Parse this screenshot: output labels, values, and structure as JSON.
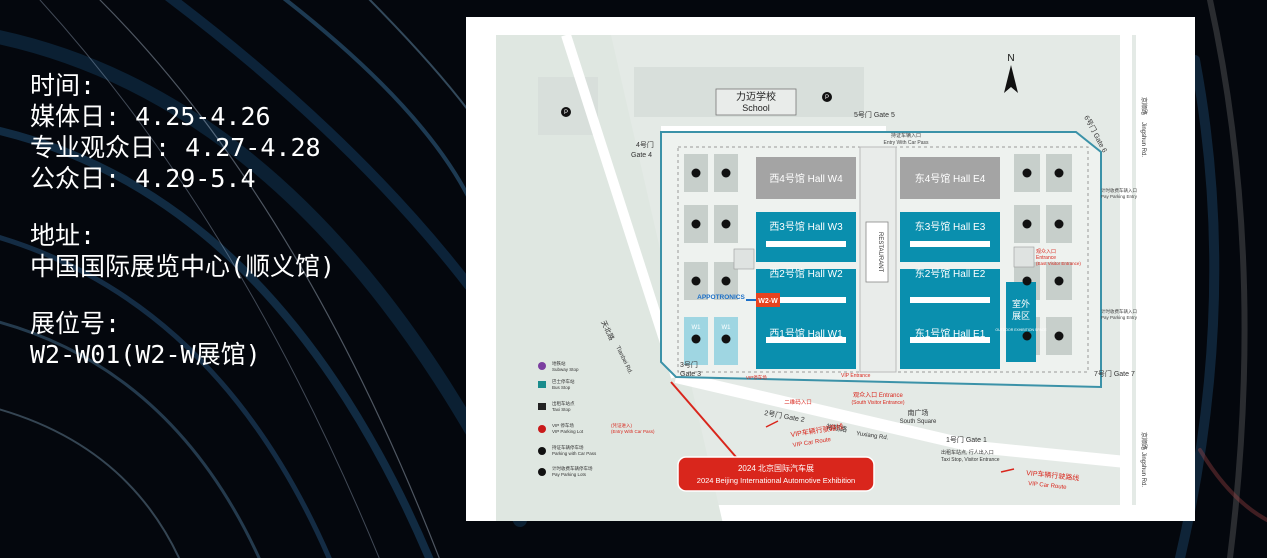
{
  "info": {
    "time_label": "时间:",
    "media_day": "媒体日: 4.25-4.26",
    "trade_day": "专业观众日: 4.27-4.28",
    "public_day": "公众日: 4.29-5.4",
    "address_label": "地址:",
    "address": "中国国际展览中心(顺义馆)",
    "booth_label": "展位号:",
    "booth": "W2-W01(W2-W展馆)"
  },
  "map": {
    "school_cn": "力迈学校",
    "school_en": "School",
    "north": "N",
    "halls": {
      "w4": "西4号馆  Hall W4",
      "e4": "东4号馆  Hall E4",
      "w3": "西3号馆  Hall W3",
      "e3": "东3号馆  Hall E3",
      "w2": "西2号馆  Hall W2",
      "e2": "东2号馆  Hall E2",
      "w1": "西1号馆  Hall W1",
      "e1": "东1号馆  Hall E1",
      "w1a": "W1",
      "w1b": "W1",
      "w2w": "W2-W",
      "outdoor_cn1": "室外",
      "outdoor_cn2": "展区",
      "outdoor_en": "OUTDOOR EXHIBITION SPACE"
    },
    "restaurant": "RESTAURANT",
    "appotronics": "APPOTRONICS",
    "gates": {
      "gate5": "5号门 Gate 5",
      "gate4a": "4号门",
      "gate4b": "Gate 4",
      "gate6": "6号门 Gate 6",
      "gate7": "7号门 Gate 7",
      "gate3a": "3号门",
      "gate3b": "Gate 3",
      "gate2": "2号门 Gate 2",
      "gate1": "1号门 Gate 1"
    },
    "roads": {
      "jingshun_cn": "京顺路",
      "jingshun_en": "Jingshun Rd.",
      "tianbei_cn": "天北路",
      "tianbei_en": "Tianbei Rd.",
      "yuxiang_cn": "裕翔路",
      "yuxiang_en": "Yuxiang Rd."
    },
    "south_square_cn": "南广场",
    "south_square_en": "South Square",
    "visitor_entrance_cn": "观众入口 Entrance",
    "visitor_entrance_en": "(South Visitor Entrance)",
    "east_entrance_cn": "观众入口",
    "east_entrance_en": "Entrance",
    "east_entrance_sub": "(East Visitor Entrance)",
    "vip_route_cn": "VIP车辆行驶路线",
    "vip_route_en": "VIP Car Route",
    "entry_car_pass_cn": "持证车辆入口",
    "entry_car_pass_en": "Entry With Car Pass",
    "pay_parking_cn": "计时收费车辆入口",
    "pay_parking_en": "Pay Parking Entry",
    "taxi_stop_cn": "出租车站点, 行人出入口",
    "taxi_stop_en": "Taxi Stop, Visitor Entrance",
    "qr_code": "二维码入口",
    "vip_parking": "VIP停车场",
    "vip_entrance": "VIP Entrance",
    "legend": {
      "subway_cn": "地铁站",
      "subway_en": "Subway Stop",
      "bus_cn": "巴士停车站",
      "bus_en": "Bus Stop",
      "taxi_cn": "出租车站点",
      "taxi_en": "Taxi Stop",
      "vip_cn": "VIP 停车场",
      "vip_en": "VIP Parking Lot",
      "vip_entry_cn": "(凭证进入)",
      "vip_entry_en": "(Entry With Car Pass)",
      "pass_cn": "持证车辆停车场",
      "pass_en": "Parking with Car Pass",
      "pay_cn": "计时收费车辆停车场",
      "pay_en": "Pay Parking Lots"
    },
    "banner_cn": "2024 北京国际汽车展",
    "banner_en": "2024 Beijing International Automotive Exhibition"
  },
  "colors": {
    "hall_teal": "#0a8fae",
    "hall_gray": "#a4a4a4",
    "accent_red": "#d9261c",
    "route_teal": "#3b92a8"
  }
}
